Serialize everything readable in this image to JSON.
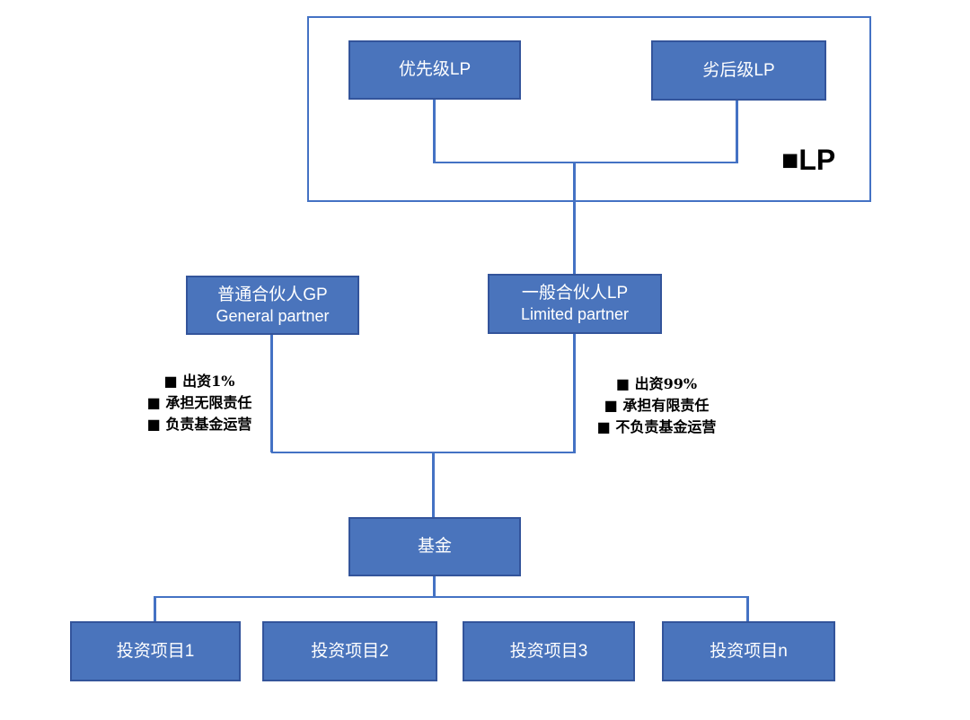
{
  "colors": {
    "box_fill": "#4A74BC",
    "box_border": "#33549B",
    "connector_line": "#4472C4",
    "container_border": "#4472C4",
    "box_text": "#FFFFFF",
    "note_text": "#000000"
  },
  "lp_group": {
    "legend": "■LP",
    "senior": "优先级LP",
    "subordinate": "劣后级LP"
  },
  "gp_box": {
    "line1": "普通合伙人GP",
    "line2": "General partner"
  },
  "lp_box": {
    "line1": "一般合伙人LP",
    "line2": "Limited partner"
  },
  "gp_notes": [
    "■ 出资1%",
    "■ 承担无限责任",
    "■ 负责基金运营"
  ],
  "lp_notes": [
    "■ 出资99%",
    "■ 承担有限责任",
    "■ 不负责基金运营"
  ],
  "fund_box": {
    "label": "基金"
  },
  "projects": [
    "投资项目1",
    "投资项目2",
    "投资项目3",
    "投资项目n"
  ]
}
